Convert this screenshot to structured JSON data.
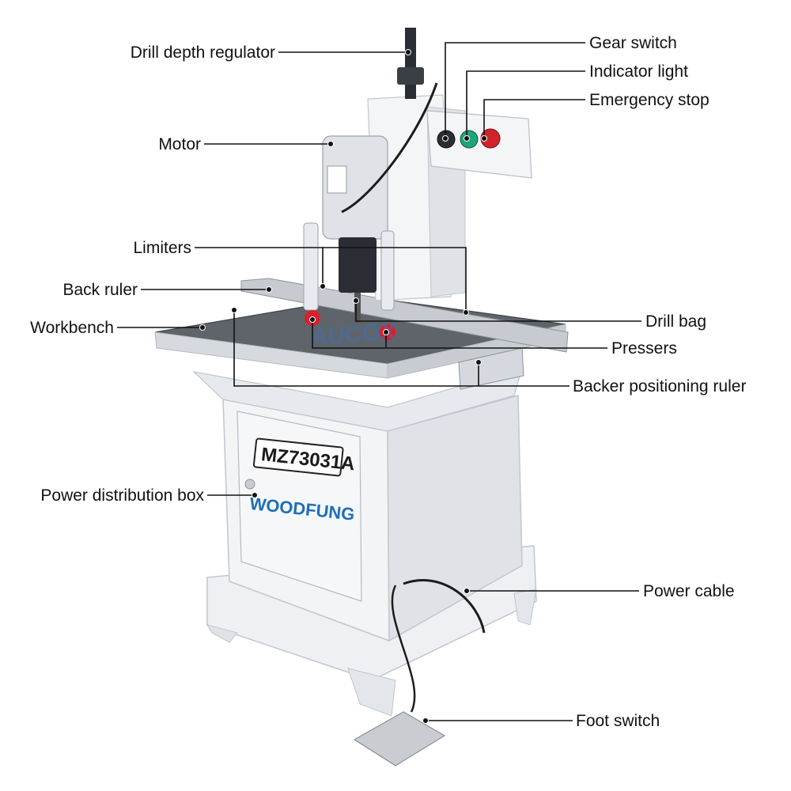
{
  "figure": {
    "labels": {
      "drill_depth_regulator": "Drill depth regulator",
      "motor": "Motor",
      "limiters": "Limiters",
      "back_ruler": "Back ruler",
      "workbench": "Workbench",
      "power_distribution_box": "Power distribution box",
      "gear_switch": "Gear switch",
      "indicator_light": "Indicator light",
      "emergency_stop": "Emergency stop",
      "drill_bag": "Drill bag",
      "pressers": "Pressers",
      "backer_positioning_ruler": "Backer positioning ruler",
      "power_cable": "Power cable",
      "foot_switch": "Foot switch"
    },
    "machine_model": "MZ73031A",
    "brand_logo_text": "WOODFUNG",
    "watermark_text": "AUCOX"
  },
  "colors": {
    "machine_body": "#eef0f3",
    "machine_shadow": "#c9cdd3",
    "table_top": "#5f646b",
    "brand_blue": "#1e6fb8",
    "emergency_red": "#d0232a",
    "indicator_green": "#1fa37a",
    "presser_red": "#d9202a"
  }
}
